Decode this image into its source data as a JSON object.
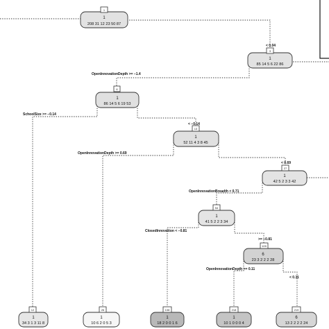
{
  "nodes": [
    {
      "id": "n1",
      "number": "1",
      "class": "1",
      "counts": "208 31 12 23 50 87",
      "fill": "#e2e2e2"
    },
    {
      "id": "n3",
      "number": "3",
      "class": "1",
      "counts": "85 14 5 6 22 86",
      "fill": "#e2e2e2"
    },
    {
      "id": "n6",
      "number": "6",
      "class": "1",
      "counts": "86 14 5 6 19 53",
      "fill": "#e0e0e0"
    },
    {
      "id": "n13",
      "number": "13",
      "class": "1",
      "counts": "52 11 4 3 8 45",
      "fill": "#e0e0e0"
    },
    {
      "id": "n27",
      "number": "27",
      "class": "1",
      "counts": "42 5 2 3 3 42",
      "fill": "#e4e4e4"
    },
    {
      "id": "n54",
      "number": "54",
      "class": "1",
      "counts": "41 5 2 2 3 34",
      "fill": "#e4e4e4"
    },
    {
      "id": "n109",
      "number": "109",
      "class": "6",
      "counts": "23 3 2 2 2 28",
      "fill": "#d2d2d2"
    },
    {
      "id": "n12",
      "number": "12",
      "class": "1",
      "counts": "34 3 1 3 11 8",
      "fill": "#e6e6e6"
    },
    {
      "id": "n26",
      "number": "26",
      "class": "1",
      "counts": "10 6 2 0 5 3",
      "fill": "#f6f6f6"
    },
    {
      "id": "n108",
      "number": "108",
      "class": "1",
      "counts": "18 2 0 0 1 6",
      "fill": "#b8b8b8"
    },
    {
      "id": "n218",
      "number": "218",
      "class": "1",
      "counts": "10 1 0 0 0 4",
      "fill": "#c4c4c4"
    },
    {
      "id": "n219",
      "number": "219",
      "class": "6",
      "counts": "13 2 2 2 2 24",
      "fill": "#d6d6d6"
    }
  ],
  "splits": [
    {
      "id": "s3",
      "text": "< 0.04"
    },
    {
      "id": "s6",
      "text": "OpenInnovationDepth >= −1.4"
    },
    {
      "id": "s12",
      "text": "SchoolSize >= −0.14"
    },
    {
      "id": "s13",
      "text": "< −0.14"
    },
    {
      "id": "s26",
      "text": "OpenInnovationDepth >= 0.69"
    },
    {
      "id": "s27",
      "text": "< 0.69"
    },
    {
      "id": "s54",
      "text": "OpenInnovationBreadth < 0.71"
    },
    {
      "id": "s108",
      "text": "ClosedInnovation < −0.81"
    },
    {
      "id": "s109",
      "text": ">= −0.81"
    },
    {
      "id": "s218",
      "text": "OpenInnovationDepth >= 0.11"
    },
    {
      "id": "s219",
      "text": "< 0.11"
    }
  ],
  "colors": {
    "stroke": "#333333",
    "background": "#ffffff"
  }
}
